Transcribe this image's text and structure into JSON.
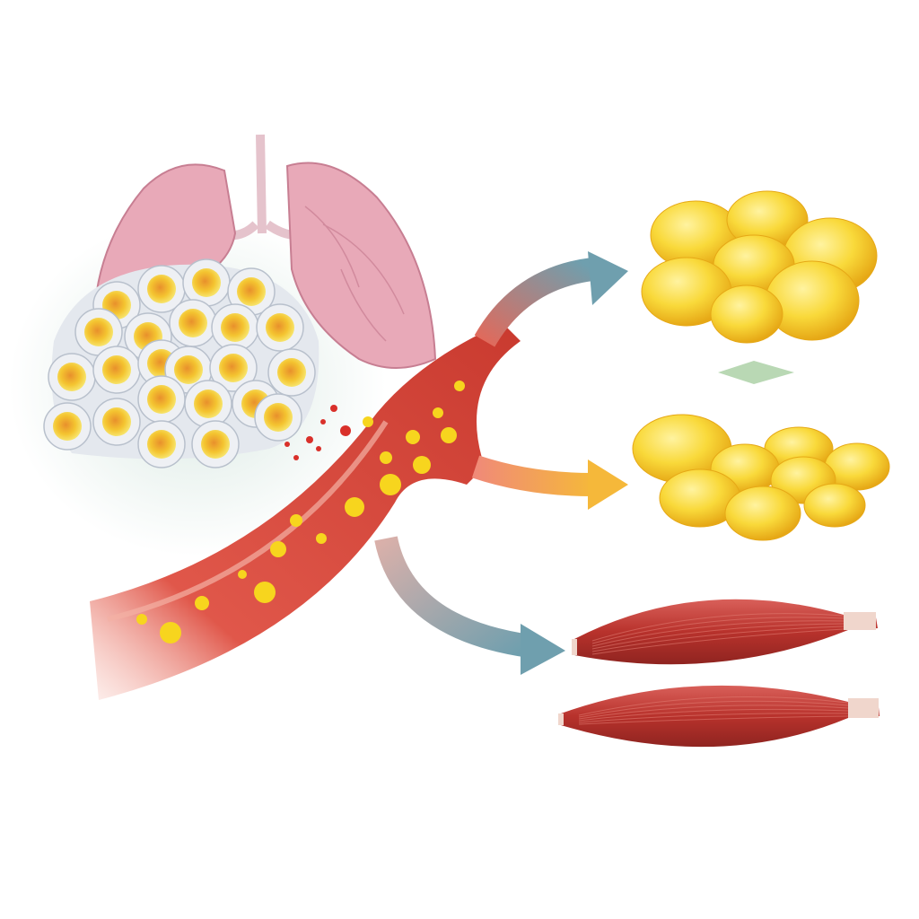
{
  "colors": {
    "background": "#ffffff",
    "lung": "#e8a9b8",
    "lung_edge": "#c77e92",
    "cell_shell": "#eef0f4",
    "cell_core": "#f4c430",
    "cell_core_inner": "#e8902c",
    "vessel": "#d9473a",
    "vessel_light": "#f08a78",
    "particle": "#f7d51e",
    "fat": "#f9d93a",
    "fat_shadow": "#e6a816",
    "muscle": "#b8322c",
    "muscle_light": "#d9605a",
    "tendon": "#f0d6cc",
    "arrow_blue": "#6f9fae",
    "arrow_yellow": "#f5b83a",
    "arrow_green": "#b9d8b4",
    "haze": "#d6e7e0"
  },
  "icons": [
    "lungs",
    "tumor-cell-cluster",
    "blood-vessel",
    "fat-cell-cluster",
    "fat-cell-cluster",
    "muscle-fiber",
    "muscle-fiber"
  ]
}
